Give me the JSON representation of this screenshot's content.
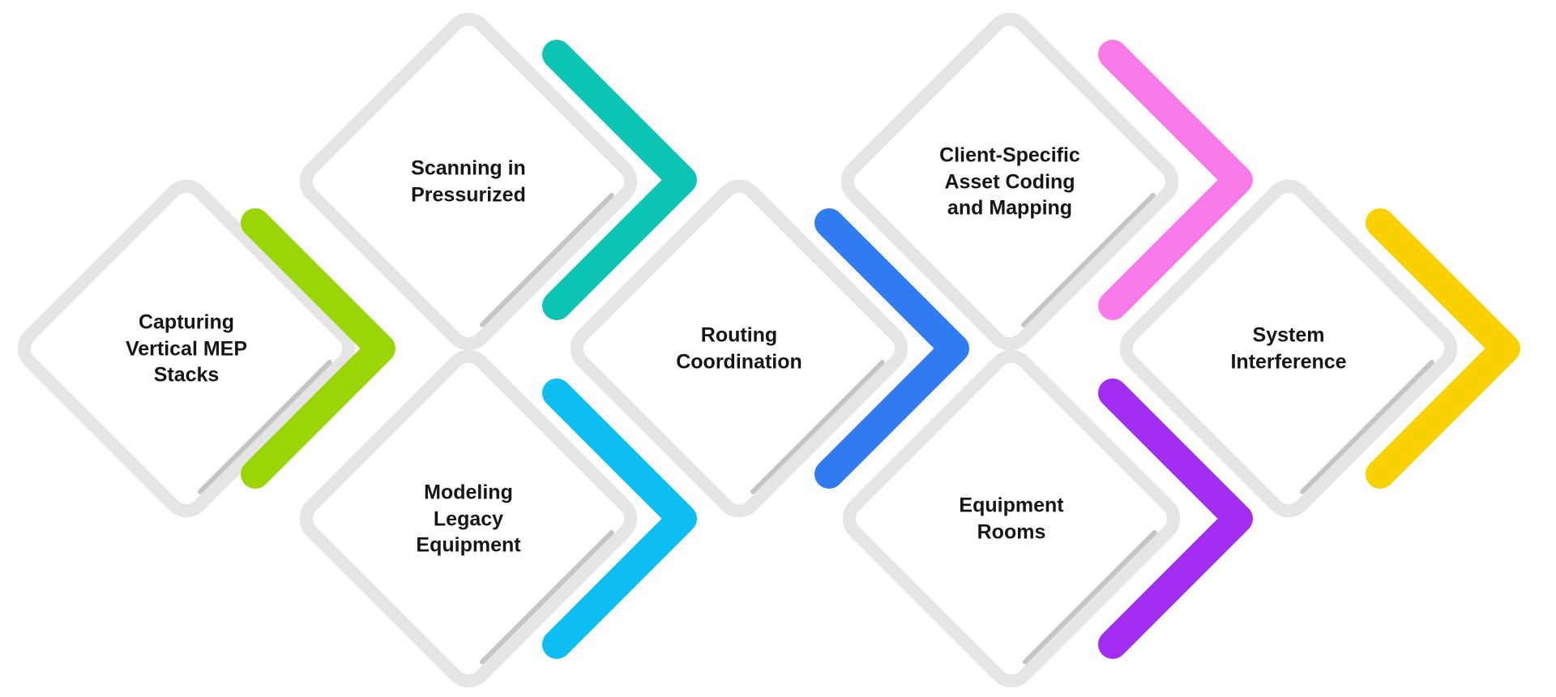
{
  "diagram": {
    "type": "process-flow-chevron-diamonds",
    "steps": [
      {
        "label": "Capturing\nVertical MEP\nStacks",
        "arrow": "lime-green-chevron",
        "arrow_color": "#9AD606"
      },
      {
        "label": "Scanning in\nPressurized",
        "arrow": "teal-chevron",
        "arrow_color": "#0BC4B3"
      },
      {
        "label": "Modeling\nLegacy\nEquipment",
        "arrow": "cyan-chevron",
        "arrow_color": "#0CBEF2"
      },
      {
        "label": "Routing\nCoordination",
        "arrow": "blue-chevron",
        "arrow_color": "#2F7BF2"
      },
      {
        "label": "Client-Specific\nAsset Coding\nand Mapping",
        "arrow": "pink-chevron",
        "arrow_color": "#F87BE9"
      },
      {
        "label": "Equipment\nRooms",
        "arrow": "purple-chevron",
        "arrow_color": "#A32CF2"
      },
      {
        "label": "System\nInterference",
        "arrow": "yellow-chevron",
        "arrow_color": "#F9D100"
      }
    ],
    "theme": {
      "background": "#FFFFFF",
      "diamond_border": "#E5E5E5",
      "diamond_shadow": "#C5C5C7",
      "text_color": "#161616"
    }
  }
}
